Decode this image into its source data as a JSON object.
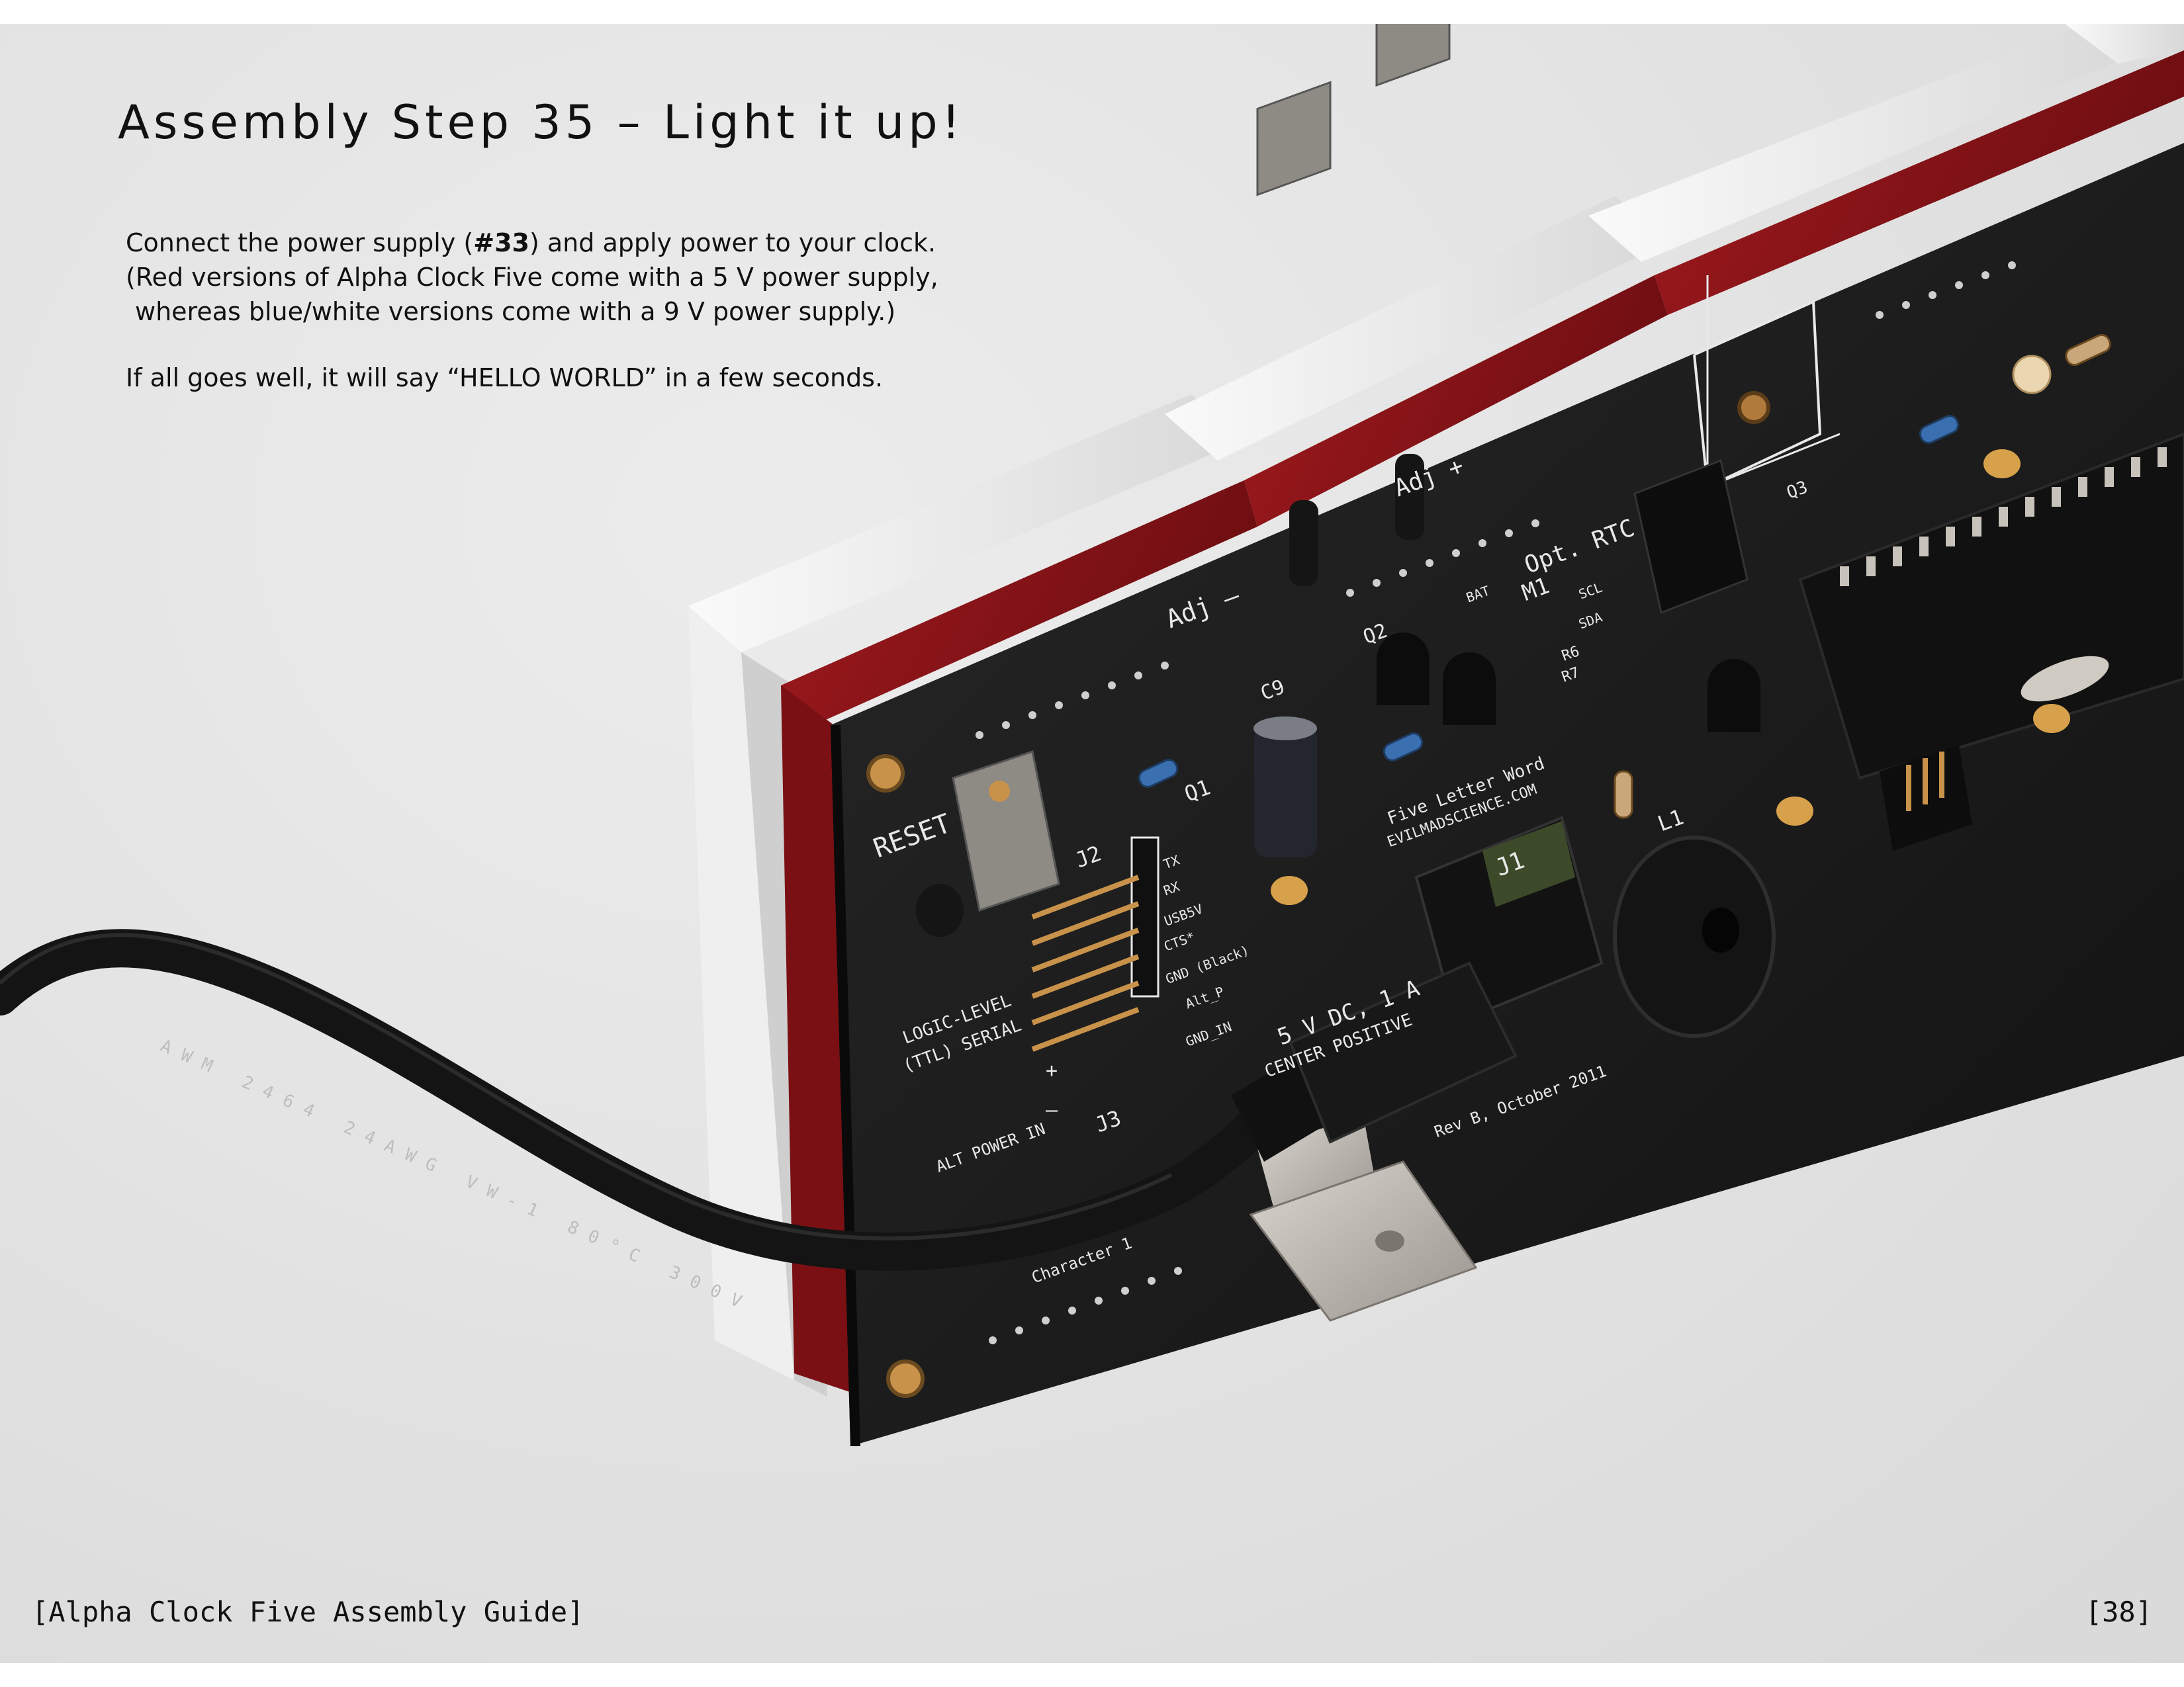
{
  "page": {
    "title": "Assembly Step 35 – Light it up!",
    "paragraph1": {
      "line1_pre": "Connect the power supply (",
      "line1_bold": "#33",
      "line1_post": ") and apply power to your clock.",
      "line2": "(Red versions of Alpha Clock Five come with a 5 V power supply,",
      "line3": "whereas blue/white versions come with a 9 V power supply.)"
    },
    "paragraph2": "If all goes well, it will say “HELLO WORLD” in a few seconds.",
    "footer": {
      "guide_name": "[Alpha Clock Five Assembly Guide]",
      "page_number": "[38]"
    }
  },
  "board_labels": {
    "reset": "RESET",
    "adj_minus": "Adj –",
    "adj_plus": "Adj +",
    "opt_rtc": "Opt. RTC",
    "m1": "M1",
    "scl": "SCL",
    "sda": "SDA",
    "r6": "R6",
    "r7": "R7",
    "bat": "BAT",
    "q1": "Q1",
    "q2": "Q2",
    "q3": "Q3",
    "c9": "C9",
    "j1": "J1",
    "j2": "J2",
    "j3": "J3",
    "l1": "L1",
    "pin_tx": "TX",
    "pin_rx": "RX",
    "pin_usb5v": "USB5V",
    "pin_cts": "CTS*",
    "pin_gnd": "GND (Black)",
    "alt_p": "Alt_P",
    "gnd_in": "GND_IN",
    "logic_level": "LOGIC-LEVEL",
    "ttl_serial": "(TTL) SERIAL",
    "alt_power_in": "ALT POWER IN",
    "plus": "+",
    "minus": "–",
    "power_spec": "5 V DC, 1 A",
    "center_positive": "CENTER POSITIVE",
    "five_letter_word": "Five Letter Word",
    "website": "EVILMADSCIENCE.COM",
    "revision": "Rev B, October 2011",
    "character1": "Character 1",
    "cable_print": "AWM 2464 24AWG VW-1 80°C 300V"
  },
  "colors": {
    "pcb": "#1c1c1c",
    "display_red": "#8c1418",
    "display_white": "#f2f2f2",
    "silkscreen": "#e8e8e8",
    "gold": "#c9924a",
    "cable": "#151515",
    "bracket": "#b9b4ac"
  }
}
